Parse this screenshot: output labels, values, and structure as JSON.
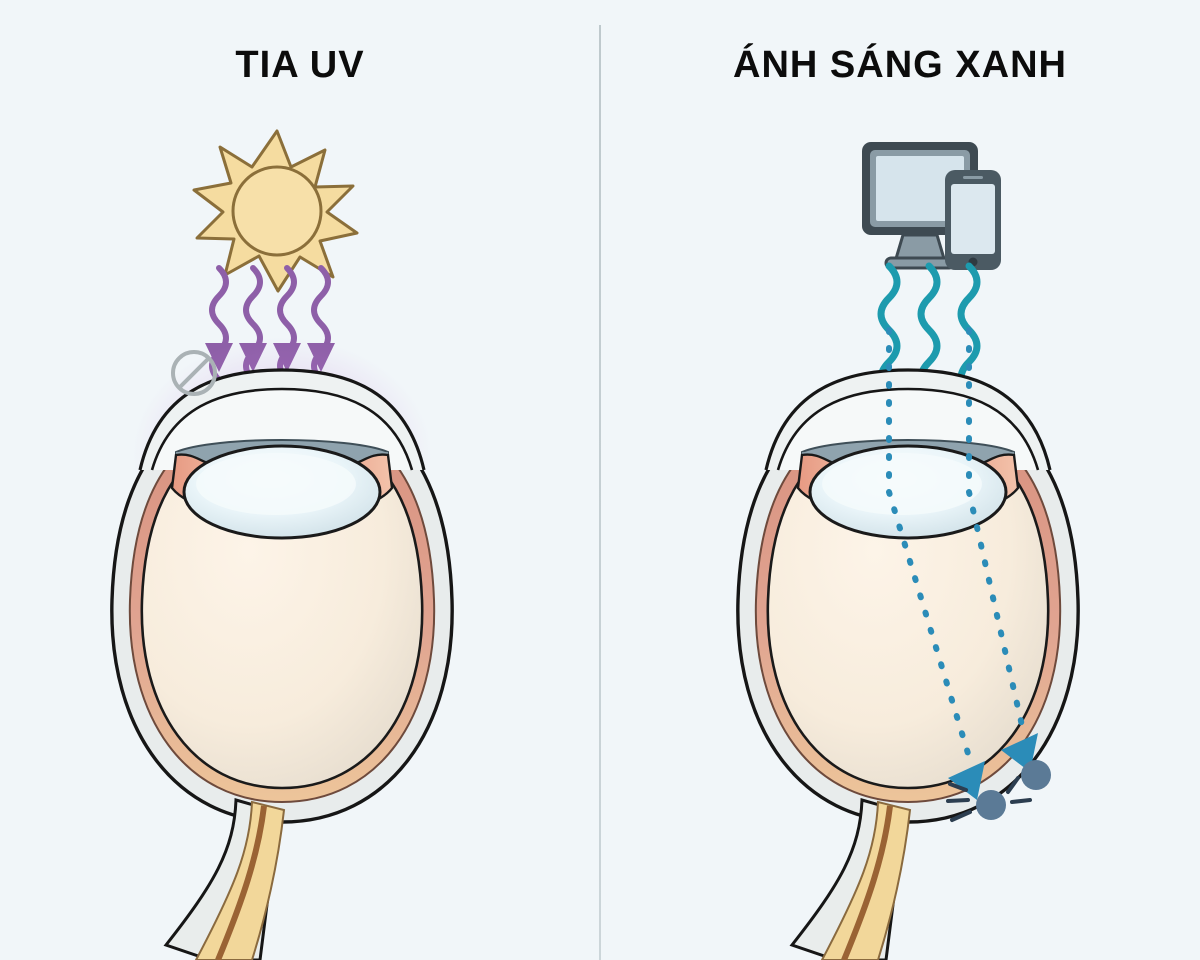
{
  "page": {
    "background_color": "#f1f6f9",
    "layout": "two-panel comparison diagram of a human eye cross-section"
  },
  "divider": {
    "name": "vertical-divider",
    "color": "#bcc6ca"
  },
  "panels": [
    {
      "id": "uv",
      "title": "TIA UV",
      "source_icon": "sun-icon",
      "ray_color": "#8e5fa8",
      "ray_count": 4,
      "ray_style": "wavy arrow pointing down",
      "blocked_icon": "prohibited-icon",
      "blocked_icon_color": "#aab2b5",
      "glow_color": "#a246c8",
      "glow_target": "cornea",
      "meaning": "UV rays are absorbed and blocked at the front of the eye (cornea and lens)"
    },
    {
      "id": "blue-light",
      "title": "ÁNH SÁNG XANH",
      "source_icon": "monitor-and-phone-icon",
      "ray_color": "#1d9bae",
      "ray_count": 3,
      "ray_style": "wavy line",
      "beam_style": "dotted arrow",
      "beam_color": "#2b8cb8",
      "beam_count": 2,
      "impact_marker_color": "#5b7a96",
      "impact_count": 2,
      "impact_target": "retina",
      "meaning": "Blue light passes through the cornea and lens and reaches the retina"
    }
  ],
  "eye_anatomy": {
    "sclera_color": "#e3e7e6",
    "choroid_color": "#dd9f8d",
    "vitreous_color": "#f7ecdc",
    "lens_color": "#e9f3f7",
    "iris_color": "#8fa3ae",
    "ciliary_body_color": "#eaa48f",
    "optic_nerve_color": "#f2d79a",
    "optic_artery_color": "#9a6334",
    "outline_color": "#161616"
  },
  "icons": {
    "sun": {
      "name": "sun-icon",
      "fill": "#f5dca0",
      "stroke": "#8b6f3a",
      "points": 12
    },
    "monitor": {
      "name": "monitor-icon",
      "bezel": "#3e4a52",
      "frame": "#8a9ba5",
      "screen": "#d6e4ec"
    },
    "phone": {
      "name": "phone-icon",
      "body": "#4b5a63",
      "screen": "#dce8ef"
    },
    "prohibited": {
      "name": "prohibited-icon",
      "stroke": "#aab2b5"
    }
  }
}
